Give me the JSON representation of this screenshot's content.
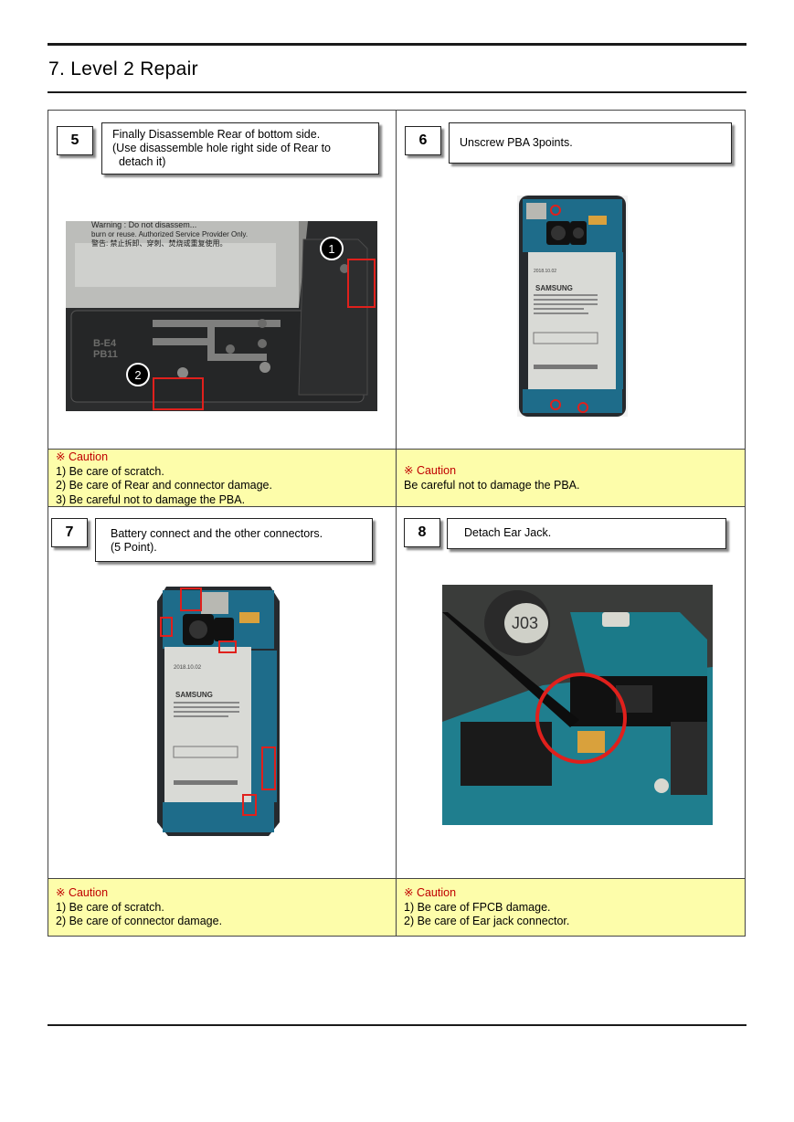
{
  "page": {
    "heading": "7. Level 2 Repair"
  },
  "steps": [
    {
      "number": "5",
      "instruction": [
        "Finally Disassemble Rear of bottom side.",
        "(Use disassemble hole right side of Rear to",
        "  detach it)"
      ],
      "photo_text": {
        "warning": [
          "Warning : Do not disassem...",
          "burn or reuse. Authorized Service Provider Only.",
          "警告: 禁止拆卸、穿刺、焚烧或重复使用。"
        ],
        "label": [
          "B-E4",
          "PB11"
        ],
        "markers": [
          "1",
          "2"
        ]
      }
    },
    {
      "number": "6",
      "instruction": [
        "Unscrew PBA 3points."
      ],
      "photo_text": {
        "brand": "SAMSUNG"
      }
    },
    {
      "number": "7",
      "instruction": [
        "Battery connect and the other connectors.",
        "(5 Point)."
      ],
      "photo_text": {
        "brand": "SAMSUNG"
      }
    },
    {
      "number": "8",
      "instruction": [
        "Detach Ear Jack."
      ],
      "photo_text": {
        "label": "J03"
      }
    }
  ],
  "cautions": [
    {
      "title": "※  Caution",
      "lines": [
        "1) Be care of scratch.",
        "2) Be care of Rear and connector damage.",
        "3) Be careful not to damage the PBA."
      ]
    },
    {
      "title": "※  Caution",
      "lines": [
        "Be careful not to damage the PBA."
      ]
    },
    {
      "title": "※  Caution",
      "lines": [
        "1) Be care of scratch.",
        "2) Be care of connector damage."
      ]
    },
    {
      "title": "※  Caution",
      "lines": [
        "1) Be care of FPCB damage.",
        "2) Be care of Ear jack connector."
      ]
    }
  ],
  "colors": {
    "caution_bg": "#fdfdaa",
    "caution_title": "#c00000",
    "highlight_red": "#e0201c"
  }
}
